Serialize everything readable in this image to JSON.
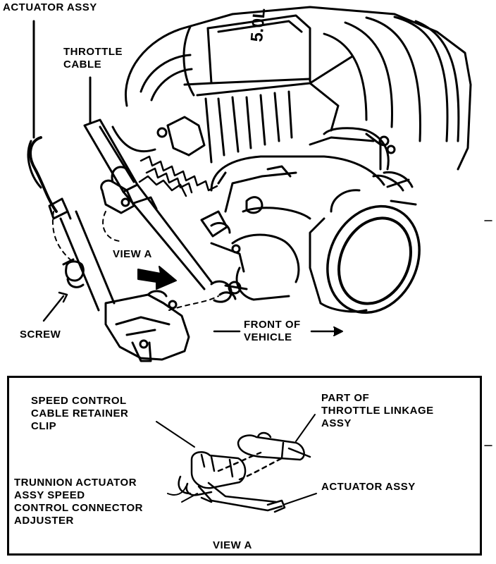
{
  "labels": {
    "actuator_assy_top": "ACTUATOR ASSY",
    "throttle_cable": [
      "THROTTLE",
      "CABLE"
    ],
    "view_a_arrow": "VIEW A",
    "screw": "SCREW",
    "front_of_vehicle": [
      "FRONT OF",
      "VEHICLE"
    ]
  },
  "inset": {
    "title": "VIEW A",
    "speed_control_clip": [
      "SPEED CONTROL",
      "CABLE RETAINER",
      "CLIP"
    ],
    "throttle_linkage": [
      "PART OF",
      "THROTTLE LINKAGE",
      "ASSY"
    ],
    "trunnion": [
      "TRUNNION ACTUATOR",
      "ASSY SPEED",
      "CONTROL CONNECTOR",
      "ADJUSTER"
    ],
    "actuator_assy": "ACTUATOR ASSY"
  },
  "engine_marking": "5.0L"
}
